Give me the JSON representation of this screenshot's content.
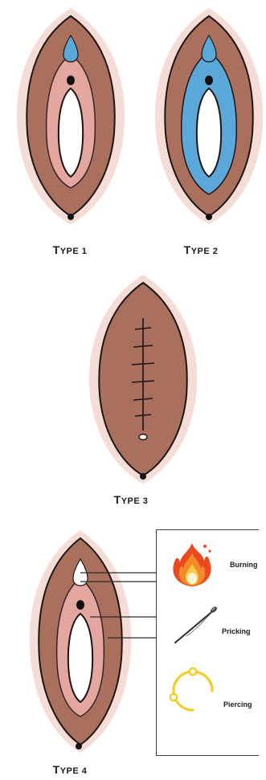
{
  "types": [
    {
      "label": "Type 1"
    },
    {
      "label": "Type 2"
    },
    {
      "label": "Type 3"
    },
    {
      "label": "Type 4"
    }
  ],
  "type4_legend": [
    {
      "label": "Burning",
      "icon": "flame-icon"
    },
    {
      "label": "Pricking",
      "icon": "needle-icon"
    },
    {
      "label": "Piercing",
      "icon": "ring-icon"
    }
  ],
  "colors": {
    "halo": "#f6dcd6",
    "outer_tissue": "#a9705e",
    "inner_tissue": "#e4a7a0",
    "excision_blue": "#5ba7d8",
    "outline": "#1f1414"
  }
}
